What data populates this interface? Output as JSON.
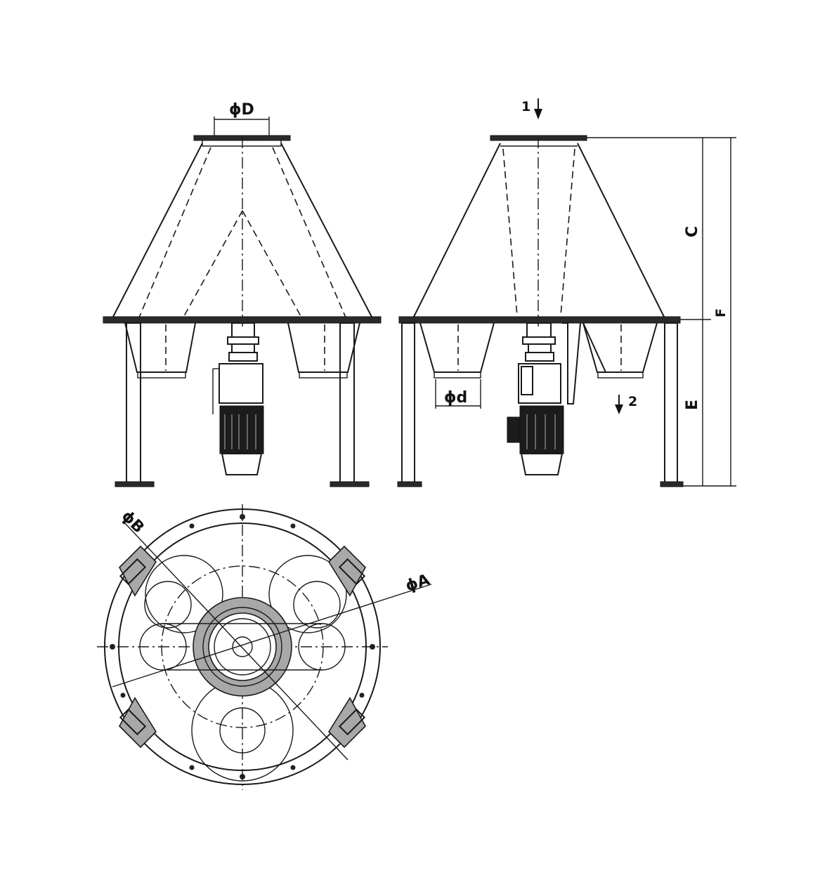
{
  "labels": {
    "phi_D": "ϕD",
    "phi_d": "ϕd",
    "phi_A": "ϕA",
    "phi_B": "ϕB",
    "C": "C",
    "E": "E",
    "F": "F",
    "flow_in": "1",
    "flow_out": "2"
  }
}
